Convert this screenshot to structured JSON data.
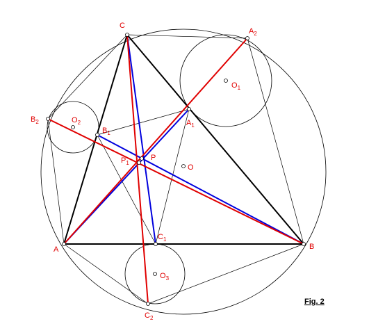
{
  "figure": {
    "caption": "Fig. 2",
    "colors": {
      "black": "#000000",
      "red": "#e00000",
      "blue": "#0000dd",
      "point_fill": "#ffffff"
    },
    "labels": {
      "A": "A",
      "B": "B",
      "C": "C",
      "A1": "A",
      "A1_sub": "1",
      "B1": "B",
      "B1_sub": "1",
      "C1": "C",
      "C1_sub": "1",
      "A2": "A",
      "A2_sub": "2",
      "B2": "B",
      "B2_sub": "2",
      "C2": "C",
      "C2_sub": "2",
      "O": "O",
      "O1": "O",
      "O1_sub": "1",
      "O2": "O",
      "O2_sub": "2",
      "O3": "O",
      "O3_sub": "3",
      "P": "P",
      "P1": "P",
      "P1_sub": "1"
    }
  }
}
